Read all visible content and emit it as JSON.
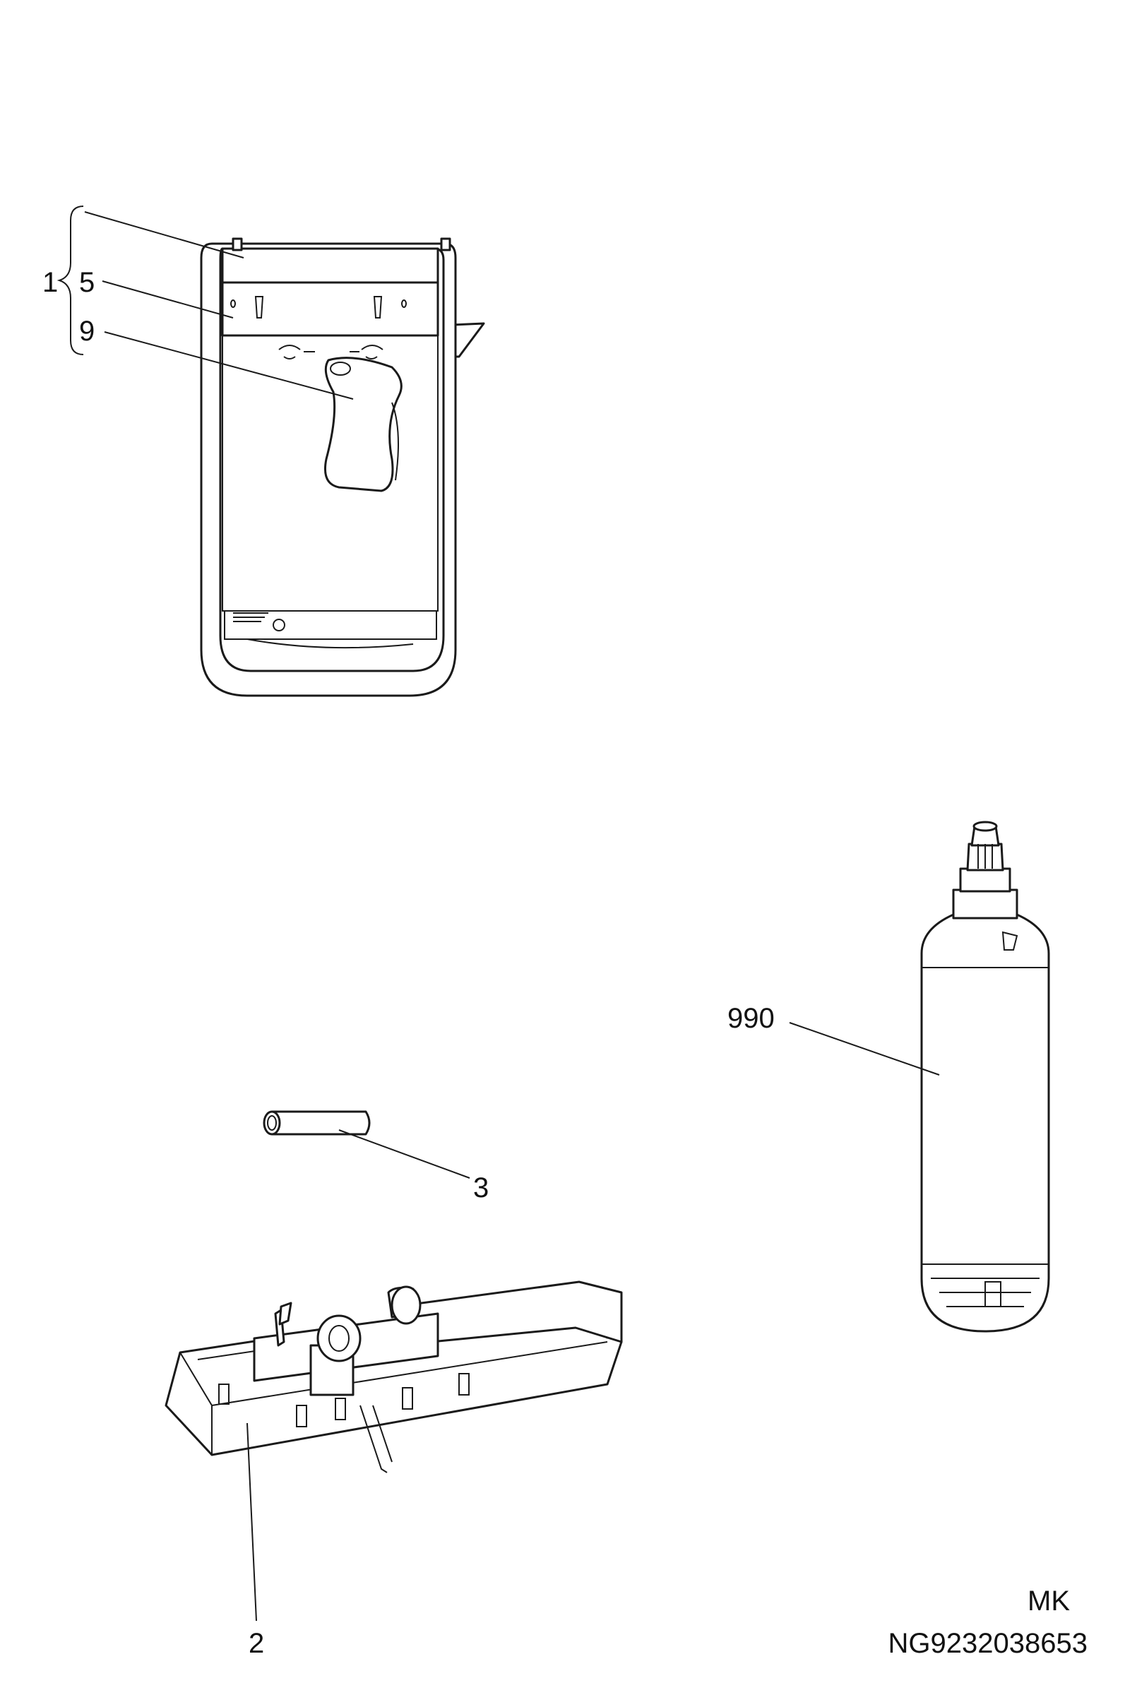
{
  "callouts": {
    "group_1": "1",
    "part_5": "5",
    "part_9": "9",
    "part_990": "990",
    "part_3": "3",
    "part_2": "2"
  },
  "footer": {
    "code": "MK",
    "drawing_number": "NG9232038653"
  }
}
